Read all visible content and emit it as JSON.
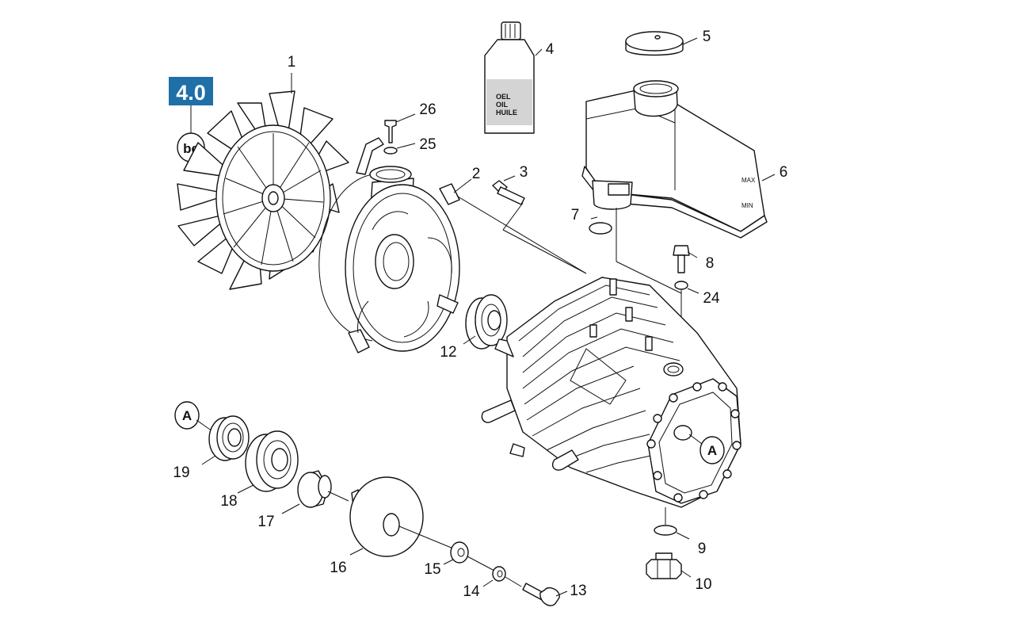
{
  "badge": {
    "label": "4.0",
    "color": "#1f6fa8"
  },
  "marks": {
    "be": "be",
    "a": "A"
  },
  "bottle": {
    "line1": "OEL",
    "line2": "OIL",
    "line3": "HUILE"
  },
  "reservoir": {
    "max": "MAX",
    "min": "MIN"
  },
  "callouts": {
    "p1": "1",
    "p2": "2",
    "p3": "3",
    "p4": "4",
    "p5": "5",
    "p6": "6",
    "p7": "7",
    "p8": "8",
    "p9": "9",
    "p10": "10",
    "p12": "12",
    "p13": "13",
    "p14": "14",
    "p15": "15",
    "p16": "16",
    "p17": "17",
    "p18": "18",
    "p19": "19",
    "p24": "24",
    "p25": "25",
    "p26": "26"
  }
}
